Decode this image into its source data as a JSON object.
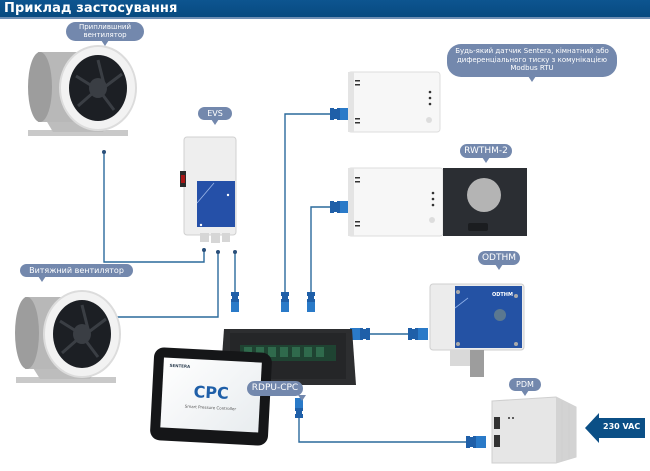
{
  "header": {
    "title": "Приклад застосування"
  },
  "labels": {
    "supply_fan": "Приплившний вентилятор",
    "exhaust_fan": "Витяжний вентилятор",
    "evs": "EVS",
    "any_sensor": "Будь-який датчик Sentera, кімнатний або диференціального тиску з комунікацією Modbus RTU",
    "rwthm": "RWTHM-2",
    "odthm": "ODTHM",
    "rdpu": "RDPU-CPC",
    "pdm": "PDM",
    "power": "230 VAC"
  },
  "device_text": {
    "cpc_logo": "SENTERA",
    "cpc_title": "CPC",
    "cpc_subtitle": "Smart Pressure Controller",
    "odthm_face": "ODTHM"
  },
  "colors": {
    "header_bg": "#0b5189",
    "bubble_bg": "#7388ad",
    "wire": "#2a6a9c",
    "connector": "#1f5fa8",
    "arrow": "#0b4f86"
  }
}
